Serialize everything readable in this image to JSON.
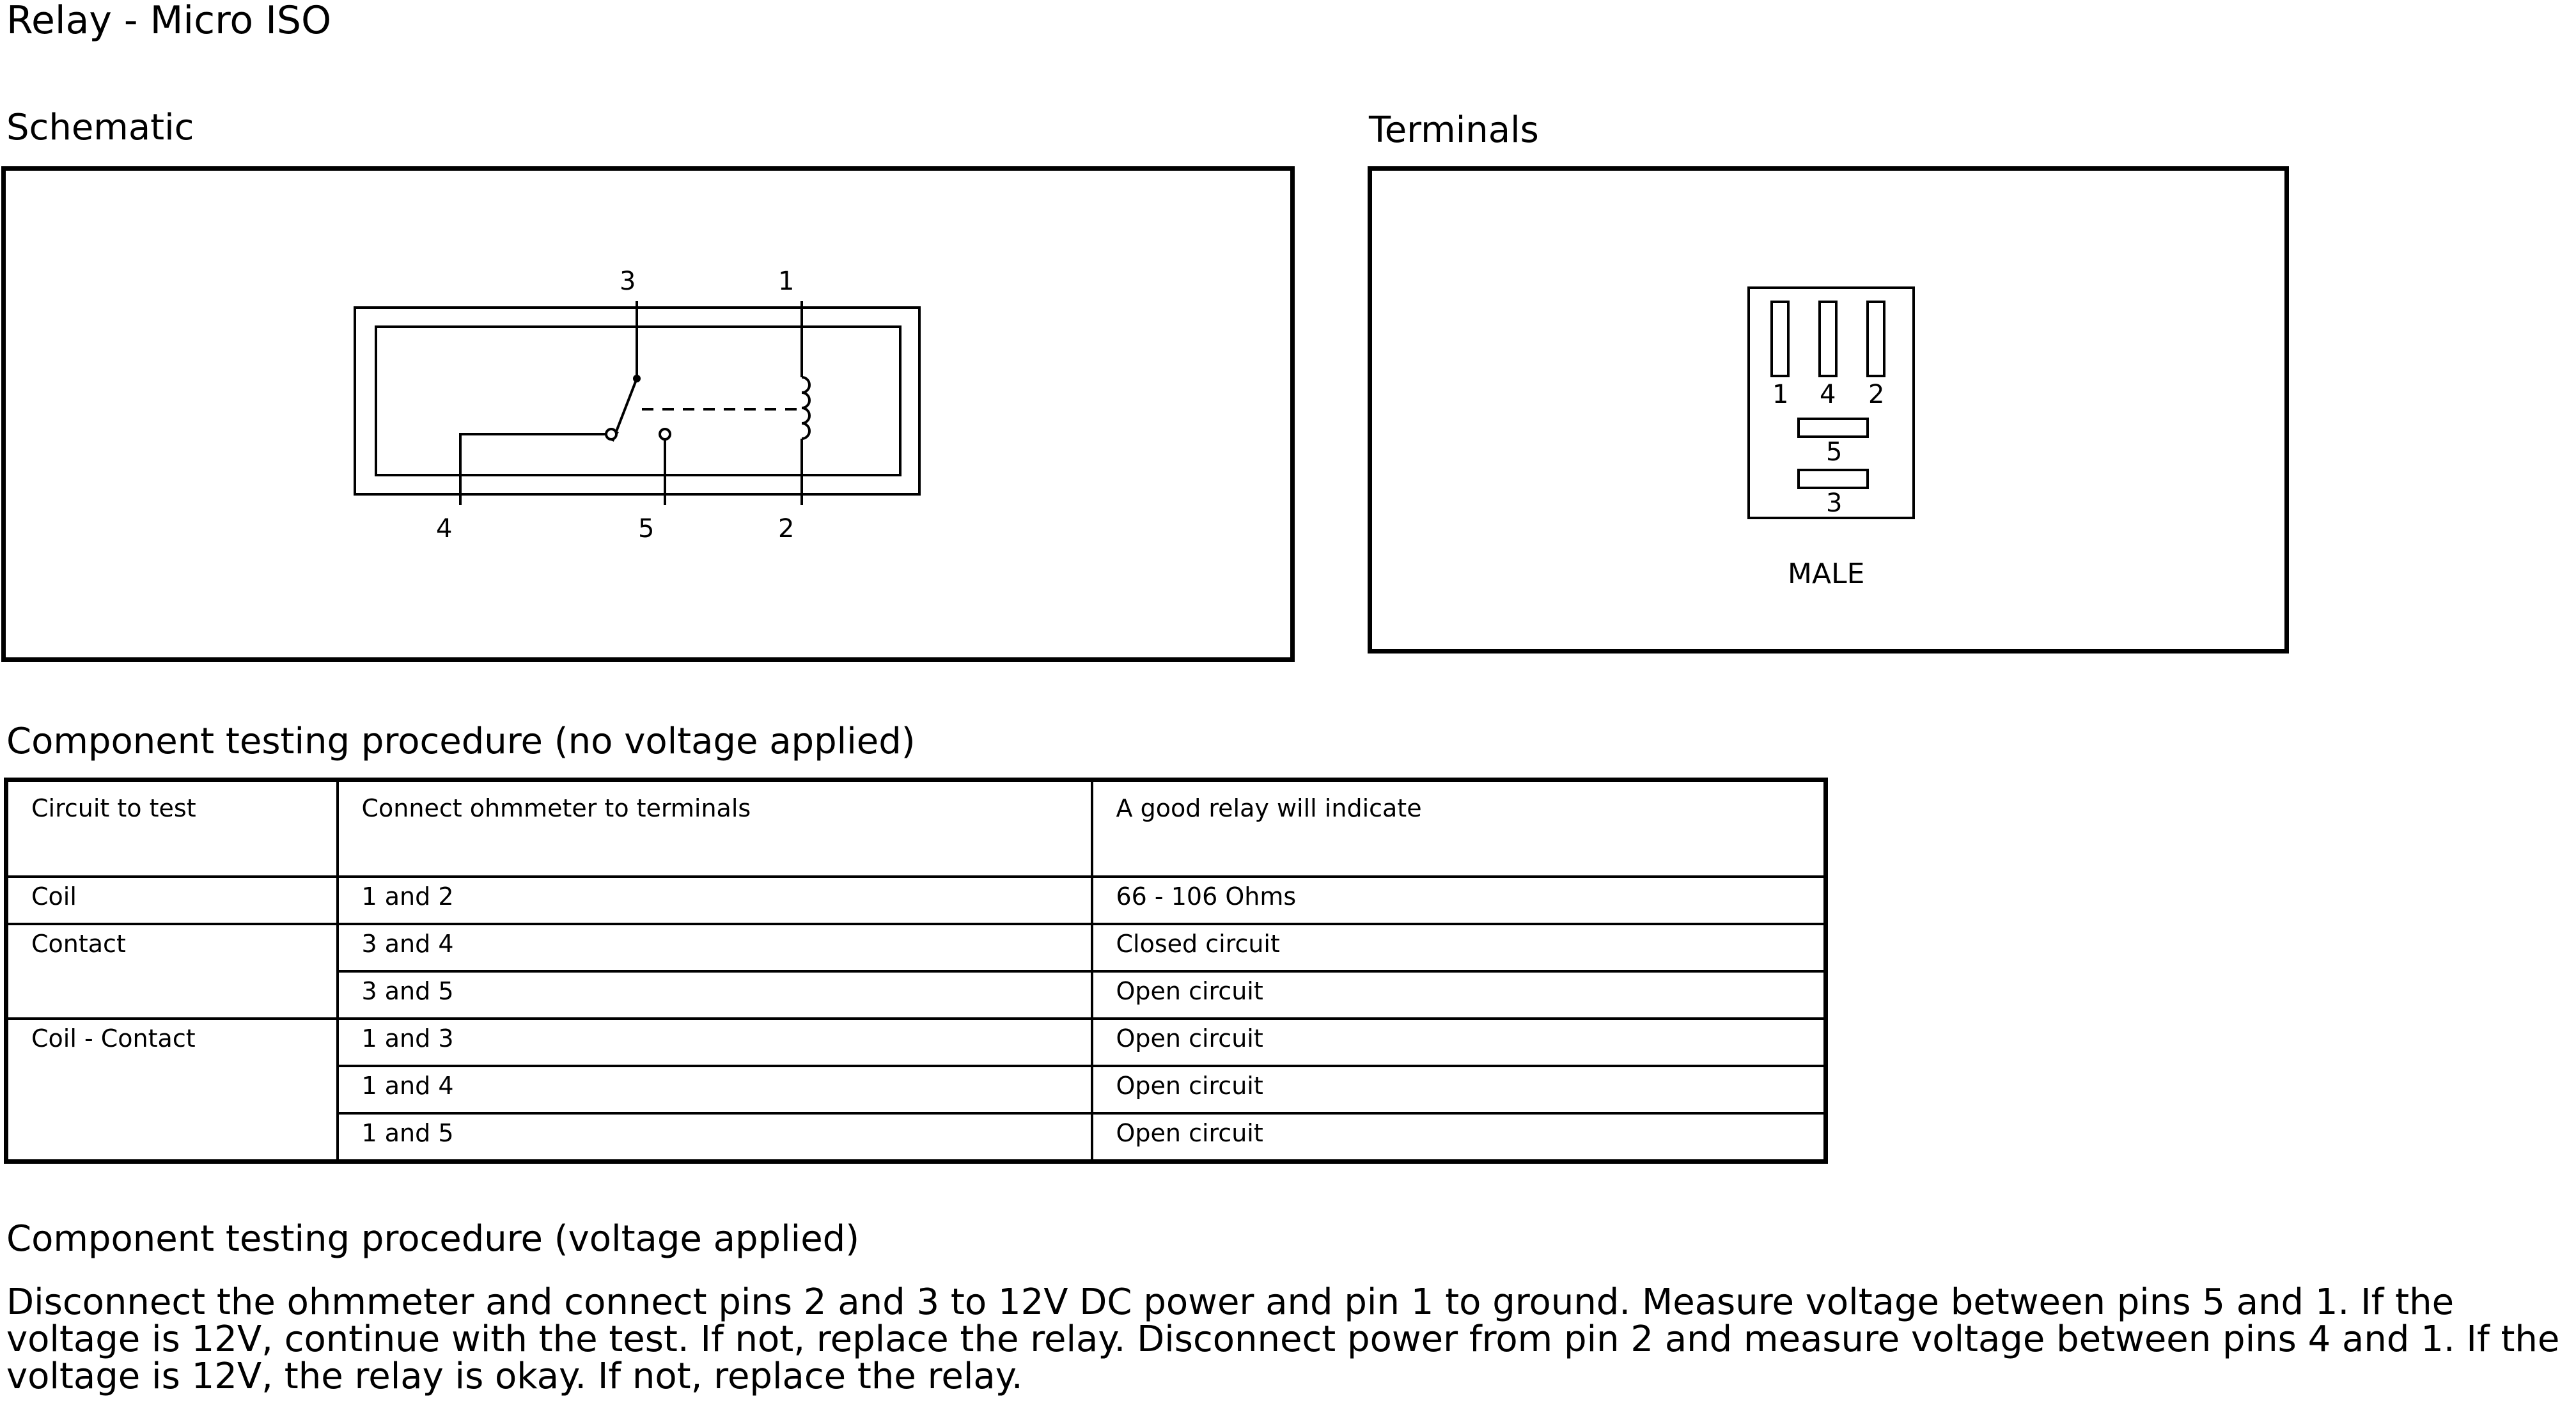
{
  "title": "Relay - Micro ISO",
  "schematic": {
    "heading": "Schematic",
    "pin_labels": {
      "p3": "3",
      "p1": "1",
      "p4": "4",
      "p5": "5",
      "p2": "2"
    }
  },
  "terminals": {
    "heading": "Terminals",
    "pin_labels": {
      "p1": "1",
      "p4": "4",
      "p2": "2",
      "p5": "5",
      "p3": "3"
    },
    "caption": "MALE"
  },
  "no_voltage": {
    "heading": "Component testing procedure (no voltage applied)",
    "columns": [
      "Circuit to test",
      "Connect ohmmeter to terminals",
      "A good relay will indicate"
    ],
    "rows": [
      {
        "circuit": "Coil",
        "terminals": "1 and 2",
        "result": "66 - 106 Ohms"
      },
      {
        "circuit": "Contact",
        "terminals": "3 and 4",
        "result": "Closed circuit"
      },
      {
        "circuit": "",
        "terminals": "3 and 5",
        "result": "Open circuit"
      },
      {
        "circuit": "Coil - Contact",
        "terminals": "1 and 3",
        "result": "Open circuit"
      },
      {
        "circuit": "",
        "terminals": "1 and 4",
        "result": "Open circuit"
      },
      {
        "circuit": "",
        "terminals": "1 and 5",
        "result": "Open circuit"
      }
    ]
  },
  "voltage": {
    "heading": "Component testing procedure (voltage applied)",
    "text": "Disconnect the ohmmeter and connect pins 2 and 3 to 12V DC power and pin 1 to ground. Measure voltage between pins 5 and 1. If the voltage is 12V, continue with the test. If not, replace the relay. Disconnect power from pin 2 and measure voltage between pins 4 and 1. If the voltage is 12V, the relay is okay. If not, replace the relay."
  }
}
